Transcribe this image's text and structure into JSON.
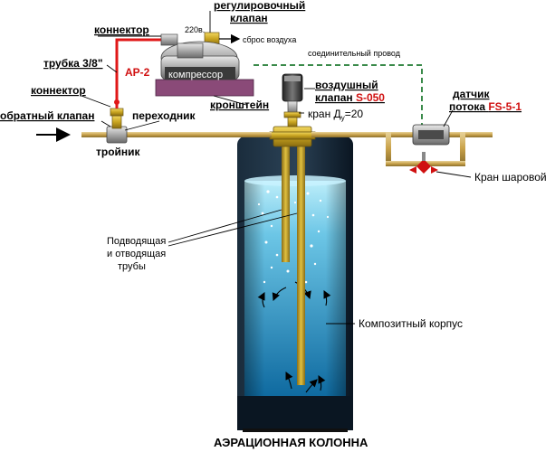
{
  "labels": {
    "regulating_valve_line1": "регулировочный",
    "regulating_valve_line2": "клапан",
    "connector_top": "коннектор",
    "voltage": "220в.",
    "air_release": "сброс воздуха",
    "tube": "трубка 3/8\"",
    "ap_model": "АР-2",
    "compressor": "компрессор",
    "bracket": "кронштейн",
    "connection_wire": "соединительный провод",
    "connector_left": "коннектор",
    "check_valve": "обратный клапан",
    "adapter": "переходник",
    "tee": "тройник",
    "air_valve_line1": "воздушный",
    "air_valve_line2_prefix": "клапан ",
    "air_valve_model": "S-050",
    "crane_prefix": "кран Д",
    "crane_sub": "у",
    "crane_suffix": "=20",
    "flow_sensor_line1": "датчик",
    "flow_sensor_line2_prefix": "потока ",
    "flow_sensor_model": "FS-5-1",
    "ball_valve": "Кран шаровой",
    "pipes_line1": "Подводящая",
    "pipes_line2": "и отводящая",
    "pipes_line3": "трубы",
    "housing": "Композитный корпус",
    "title": "АЭРАЦИОННАЯ КОЛОННА"
  },
  "colors": {
    "red_line": "#e01818",
    "green_dash": "#3a8a4a",
    "pipe_tan": "#c9a24a",
    "tank_dark": "#0d1d2b",
    "water_light": "#8fd8f0",
    "water_dark": "#1a7aa8",
    "bracket": "#8a4a78",
    "brass": "#c8a420"
  }
}
